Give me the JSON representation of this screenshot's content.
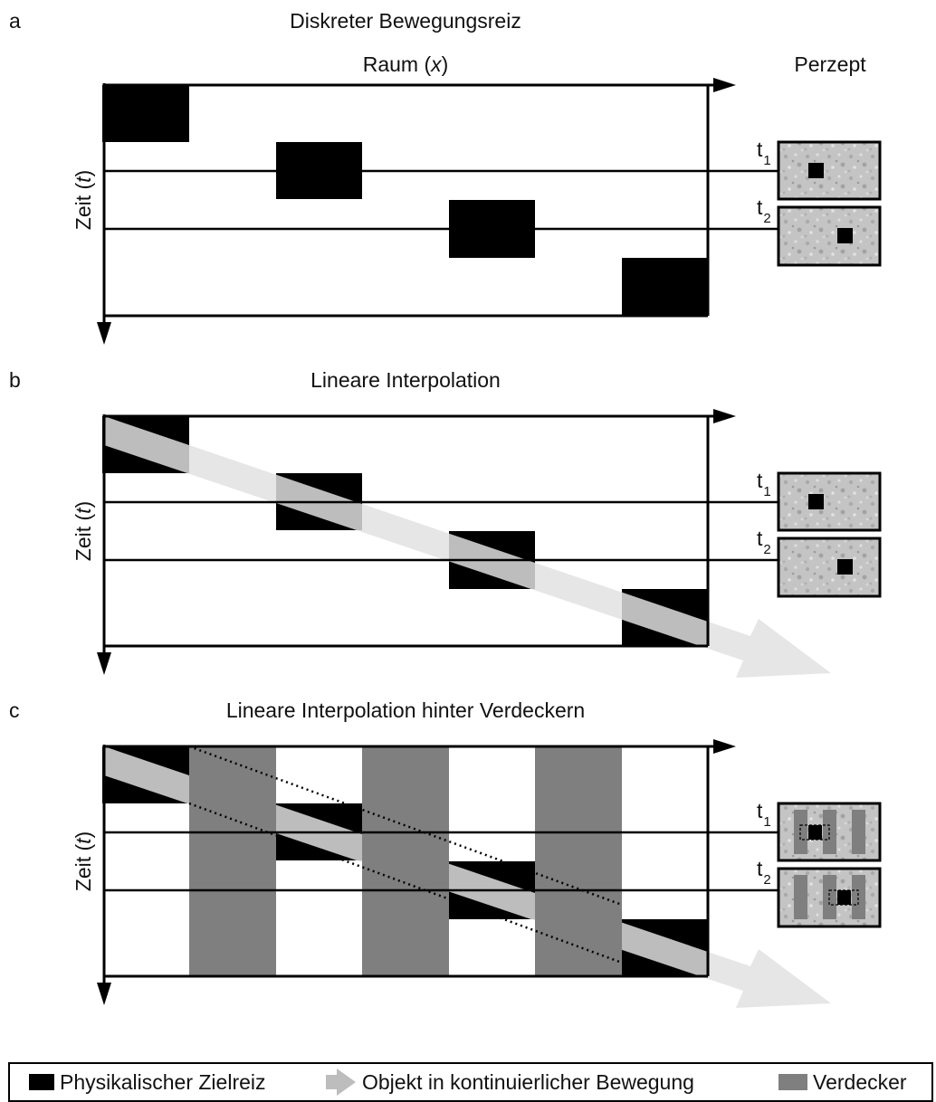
{
  "panels": {
    "a": {
      "letter": "a",
      "title": "Diskreter Bewegungsreiz",
      "space_axis_main": "Raum (",
      "space_axis_var": "x",
      "space_axis_end": ")",
      "time_axis_main": "Zeit (",
      "time_axis_var": "t",
      "time_axis_end": ")",
      "percept_label": "Perzept"
    },
    "b": {
      "letter": "b",
      "title": "Lineare Interpolation",
      "time_axis_main": "Zeit (",
      "time_axis_var": "t",
      "time_axis_end": ")"
    },
    "c": {
      "letter": "c",
      "title": "Lineare Interpolation hinter Verdeckern",
      "time_axis_main": "Zeit (",
      "time_axis_var": "t",
      "time_axis_end": ")"
    }
  },
  "time_markers": {
    "t1_base": "t",
    "t1_sub": "1",
    "t2_base": "t",
    "t2_sub": "2"
  },
  "legend": {
    "target": "Physikalischer Zielreiz",
    "object": "Objekt in kontinuierlicher Bewegung",
    "occluder": "Verdecker"
  },
  "colors": {
    "target": "#000000",
    "motion_path": "#bdbdbd",
    "motion_arrow": "#e6e6e6",
    "occluder": "#7f7f7f",
    "percept_bg": "#c8c8c8"
  }
}
